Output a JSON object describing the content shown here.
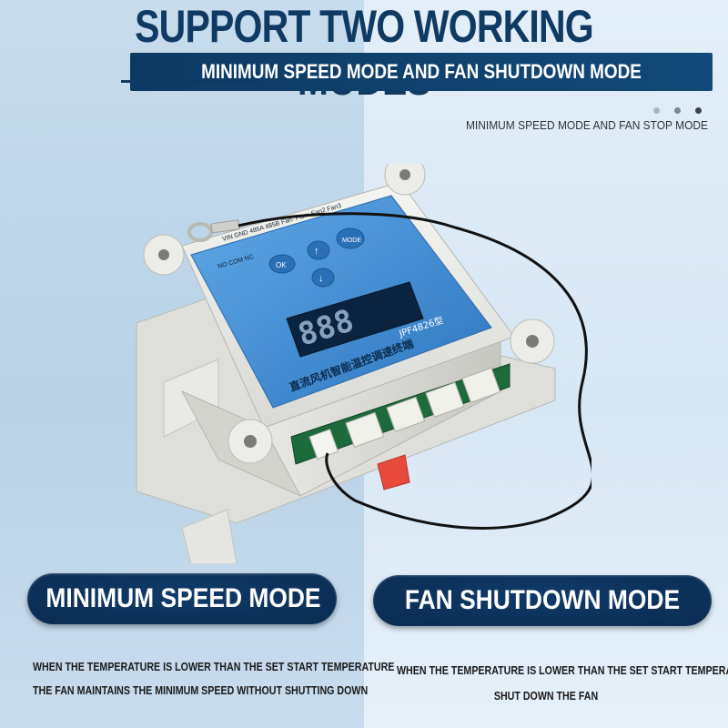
{
  "header": {
    "title": "SUPPORT TWO WORKING MODES",
    "subtitle": "MINIMUM SPEED MODE AND FAN SHUTDOWN MODE",
    "caption": "MINIMUM SPEED MODE AND FAN STOP MODE"
  },
  "device": {
    "model_label": "JPF4826型",
    "chinese_label": "直流风机智能温控调速终端",
    "buttons": [
      "MODE",
      "↑",
      "OK",
      "↓"
    ],
    "terminal_labels": "VIN GND 485A 485B Fan- Fan+ Fan2 Fan3",
    "relay_labels": "NO COM NC",
    "display": "888"
  },
  "modes": {
    "left": {
      "label": "MINIMUM SPEED MODE",
      "desc_line1": "WHEN THE TEMPERATURE IS LOWER THAN THE SET START TEMPERATURE",
      "desc_line2": "THE FAN MAINTAINS THE MINIMUM SPEED WITHOUT SHUTTING DOWN"
    },
    "right": {
      "label": "FAN SHUTDOWN MODE",
      "desc_line1": "WHEN THE TEMPERATURE IS LOWER THAN THE SET START TEMPERATURE",
      "desc_line2": "SHUT DOWN THE FAN"
    }
  },
  "colors": {
    "navy": "#0c3a64",
    "panel_blue": "#3a86cc",
    "dot1": "#a9b6c2",
    "dot2": "#7c8893",
    "dot3": "#3b434b"
  }
}
